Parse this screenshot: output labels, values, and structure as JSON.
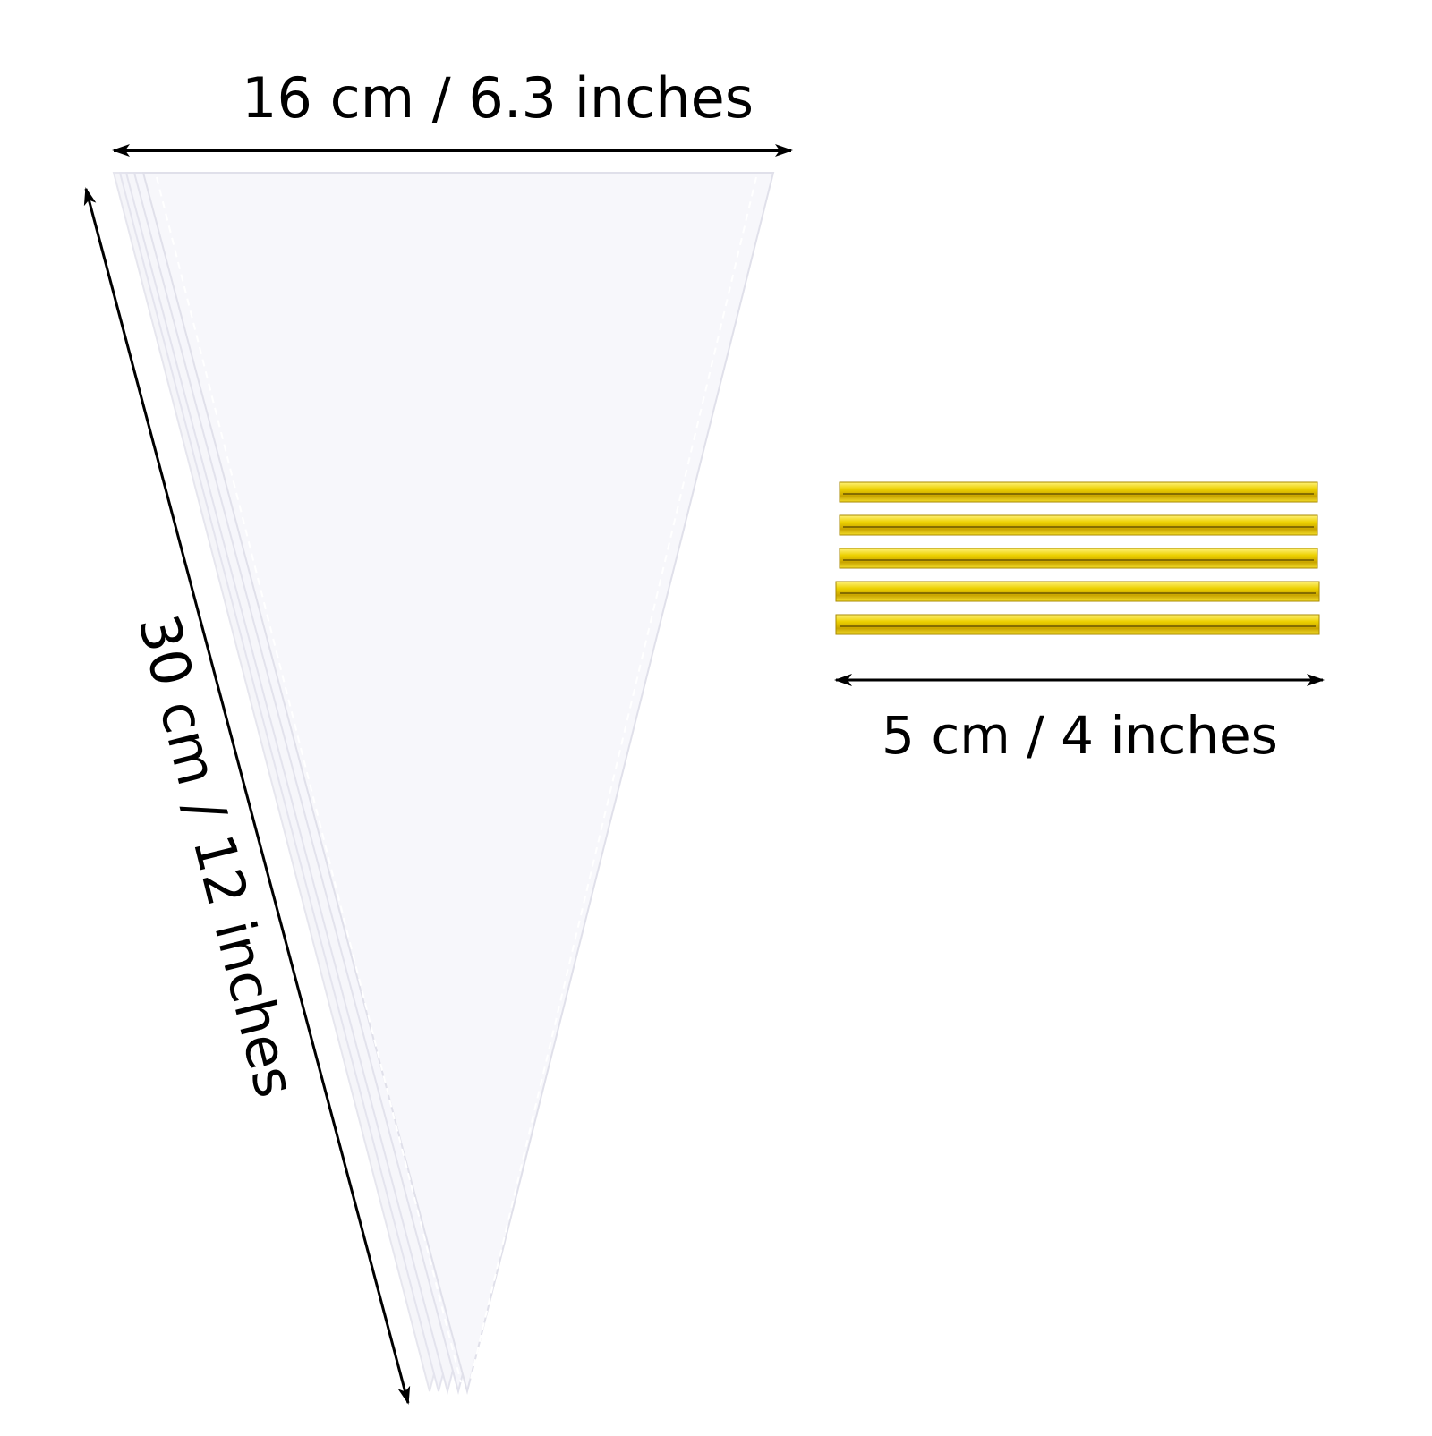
{
  "dimensions": {
    "top_width_label": "16 cm / 6.3 inches",
    "side_length_label": "30 cm / 12 inches",
    "twist_tie_label": "5 cm / 4 inches"
  },
  "colors": {
    "bag_fill": "#f6f6fb",
    "bag_edge": "#e2e2ee",
    "tie_gold": "#e6c200",
    "tie_dark": "#a88a00",
    "arrow": "#000000"
  },
  "twist_ties": {
    "count": 5
  }
}
